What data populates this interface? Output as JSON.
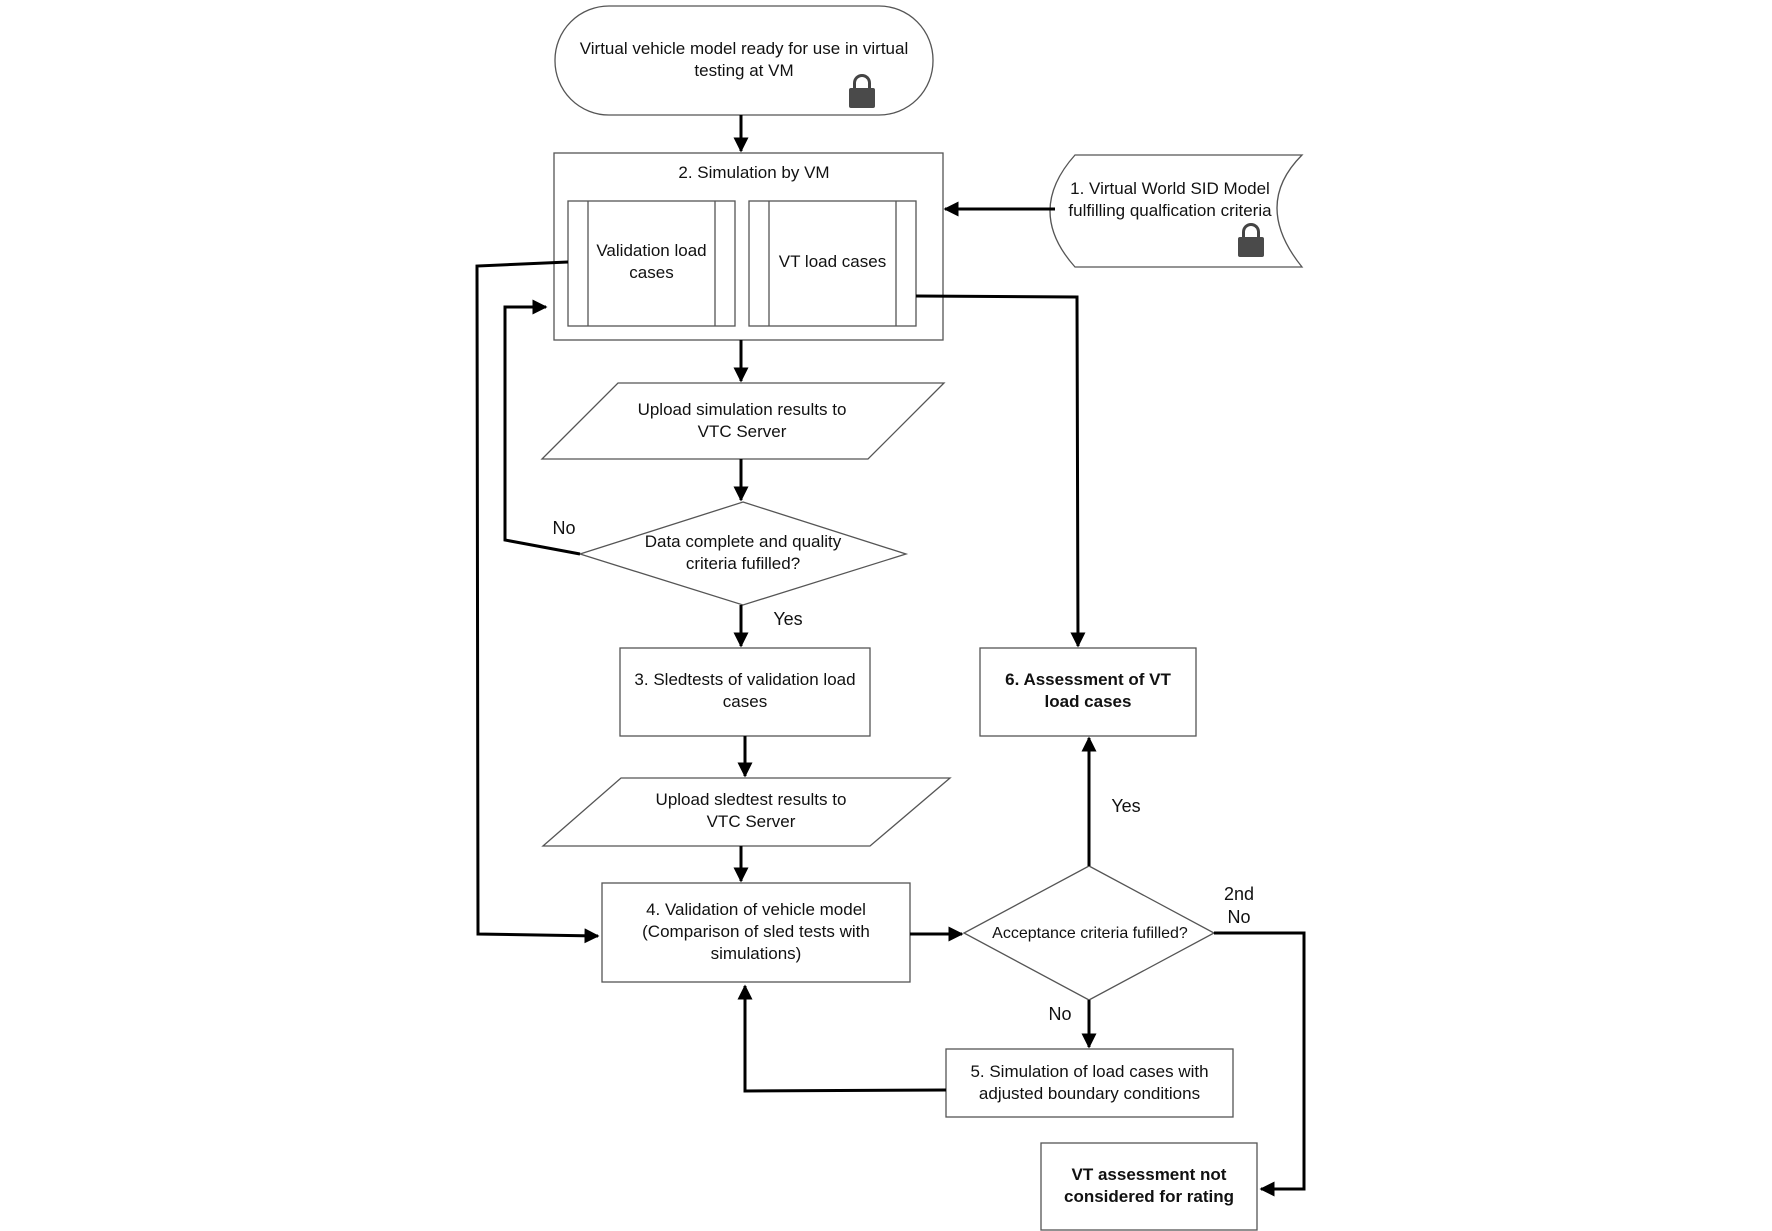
{
  "nodes": {
    "start": "Virtual vehicle model ready for use in virtual testing at VM",
    "sim_group": "2. Simulation by VM",
    "validation_cases": "Validation load cases",
    "vt_cases": "VT load cases",
    "sid_model": "1. Virtual World SID Model fulfilling qualfication criteria",
    "upload_sim": "Upload simulation results to VTC Server",
    "decision_data": "Data complete and quality criteria fufilled?",
    "sledtests": "3. Sledtests of validation load cases",
    "upload_sled": "Upload sledtest results to VTC Server",
    "validation": "4. Validation of vehicle model (Comparison of sled tests with simulations)",
    "decision_accept": "Acceptance criteria fufilled?",
    "resim": "5. Simulation of load cases with adjusted boundary conditions",
    "assessment": "6. Assessment of VT load cases",
    "not_considered": "VT assessment not considered for rating"
  },
  "edge_labels": {
    "data_no": "No",
    "data_yes": "Yes",
    "accept_yes": "Yes",
    "accept_no": "No",
    "accept_2nd": "2nd",
    "accept_2nd_no": "No"
  },
  "icons": [
    "lock-icon",
    "lock-icon"
  ],
  "colors": {
    "stroke": "#000000",
    "box_border": "#555555",
    "lock": "#4a4a4a"
  }
}
